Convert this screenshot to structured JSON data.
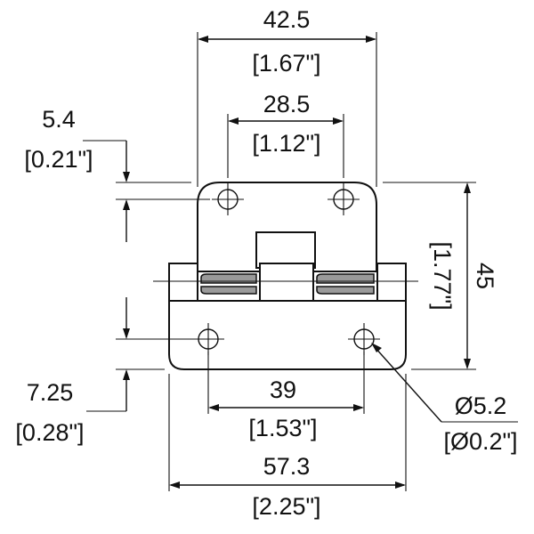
{
  "title": "",
  "dimensions": {
    "top_width": {
      "mm": "42.5",
      "inch": "[1.67\"]"
    },
    "top_hole_spacing": {
      "mm": "28.5",
      "inch": "[1.12\"]"
    },
    "top_hole_offset": {
      "mm": "5.4",
      "inch": "[0.21\"]"
    },
    "height": {
      "mm": "45",
      "inch": "[1.77\"]"
    },
    "bottom_hole_offset": {
      "mm": "7.25",
      "inch": "[0.28\"]"
    },
    "bottom_hole_spacing": {
      "mm": "39",
      "inch": "[1.53\"]"
    },
    "hole_diameter": {
      "mm": "Ø5.2",
      "inch": "[Ø0.2\"]"
    },
    "bottom_width": {
      "mm": "57.3",
      "inch": "[2.25\"]"
    }
  }
}
